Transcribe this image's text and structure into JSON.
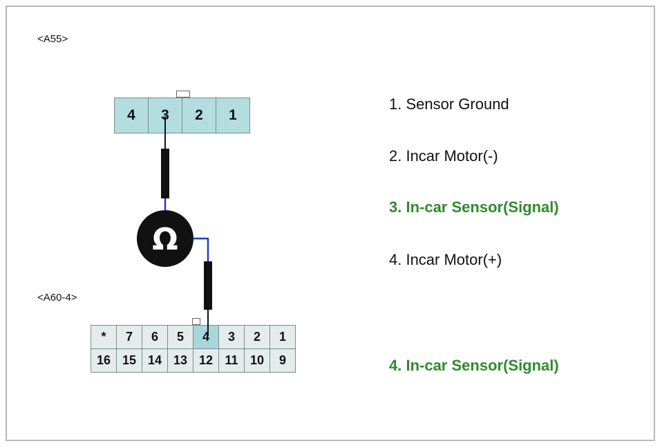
{
  "connectors": {
    "a55": {
      "label": "<A55>",
      "pins": [
        "4",
        "3",
        "2",
        "1"
      ],
      "highlight": "3"
    },
    "a60": {
      "label": "<A60-4>",
      "top_pins": [
        "*",
        "7",
        "6",
        "5",
        "4",
        "3",
        "2",
        "1"
      ],
      "bottom_pins": [
        "16",
        "15",
        "14",
        "13",
        "12",
        "11",
        "10",
        "9"
      ],
      "highlight": "4"
    }
  },
  "meter": {
    "symbol": "Ω",
    "icon": "ohmmeter-icon"
  },
  "legend": {
    "items": [
      {
        "text": "1. Sensor Ground",
        "highlight": false
      },
      {
        "text": "2. Incar Motor(-)",
        "highlight": false
      },
      {
        "text": "3. In-car Sensor(Signal)",
        "highlight": true
      },
      {
        "text": "4. Incar Motor(+)",
        "highlight": false
      }
    ],
    "a60_pin_text": "4. In-car Sensor(Signal)"
  },
  "colors": {
    "connector_fill": "#b4dde0",
    "connector_b_fill": "#e4ecec",
    "highlight_text": "#2e8b2e",
    "wire_blue": "#1f3fbf",
    "probe": "#111111"
  }
}
